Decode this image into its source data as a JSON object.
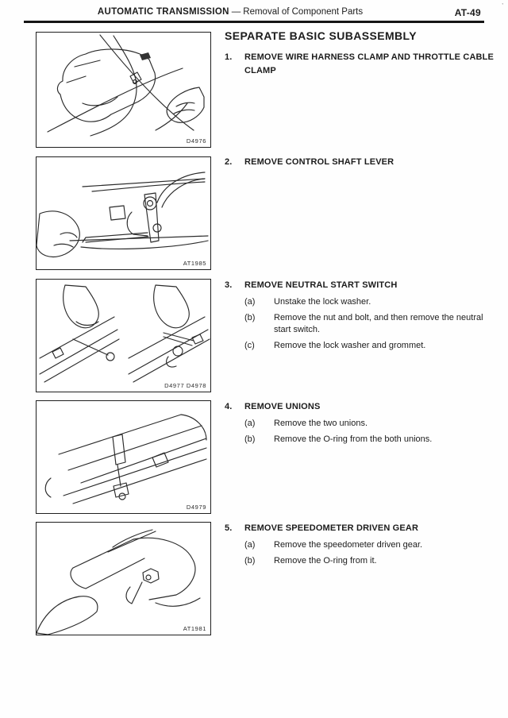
{
  "header": {
    "section_title": "AUTOMATIC TRANSMISSION",
    "separator": "—",
    "subsection": "Removal of Component Parts",
    "page_number": "AT-49"
  },
  "corner_mark": "’",
  "title": "SEPARATE BASIC SUBASSEMBLY",
  "steps": [
    {
      "number": "1.",
      "heading": "REMOVE WIRE HARNESS CLAMP AND THROTTLE CABLE CLAMP",
      "figure_code": "D4976",
      "substeps": []
    },
    {
      "number": "2.",
      "heading": "REMOVE CONTROL SHAFT LEVER",
      "figure_code": "AT1985",
      "substeps": []
    },
    {
      "number": "3.",
      "heading": "REMOVE NEUTRAL START SWITCH",
      "figure_code": "D4977 D4978",
      "substeps": [
        {
          "label": "(a)",
          "text": "Unstake the lock washer."
        },
        {
          "label": "(b)",
          "text": "Remove the nut and bolt, and then remove the neutral start switch."
        },
        {
          "label": "(c)",
          "text": "Remove the lock washer and grommet."
        }
      ]
    },
    {
      "number": "4.",
      "heading": "REMOVE UNIONS",
      "figure_code": "D4979",
      "substeps": [
        {
          "label": "(a)",
          "text": "Remove the two unions."
        },
        {
          "label": "(b)",
          "text": "Remove the O-ring from the both unions."
        }
      ]
    },
    {
      "number": "5.",
      "heading": "REMOVE SPEEDOMETER DRIVEN GEAR",
      "figure_code": "AT1981",
      "substeps": [
        {
          "label": "(a)",
          "text": "Remove the speedometer driven gear."
        },
        {
          "label": "(b)",
          "text": "Remove the O-ring from it."
        }
      ]
    }
  ],
  "colors": {
    "ink": "#1c1c1c",
    "paper": "#fefefe",
    "rule": "#151515"
  }
}
